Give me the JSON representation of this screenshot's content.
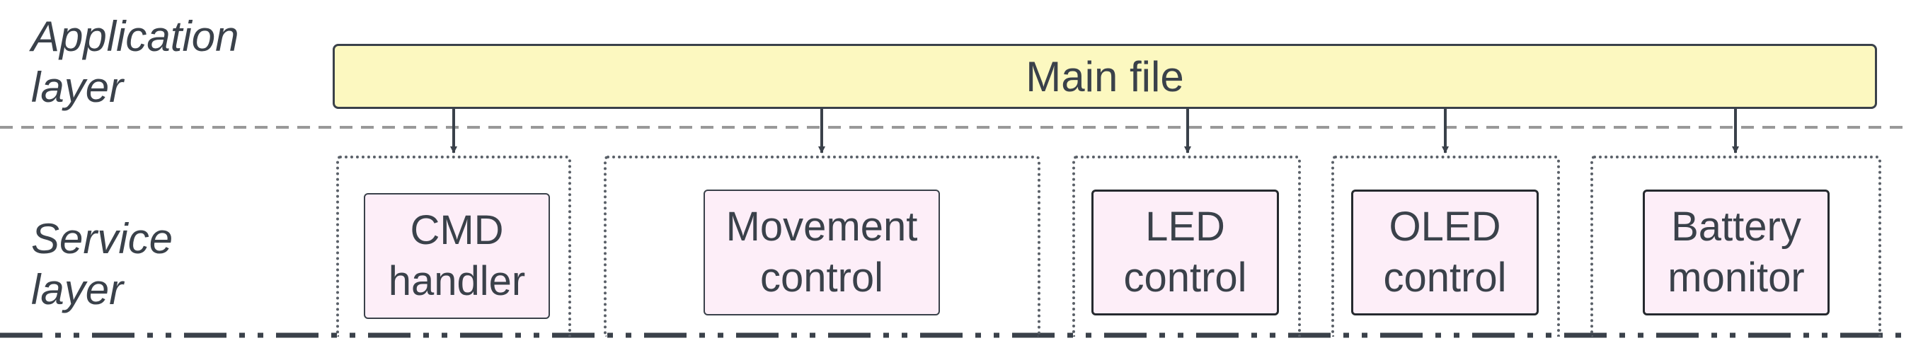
{
  "layers": {
    "application": {
      "label": "Application\nlayer"
    },
    "service": {
      "label": "Service\nlayer"
    }
  },
  "main_file": {
    "label": "Main file"
  },
  "services": [
    {
      "id": "cmd-handler",
      "label": "CMD\nhandler"
    },
    {
      "id": "movement-control",
      "label": "Movement\ncontrol"
    },
    {
      "id": "led-control",
      "label": "LED\ncontrol"
    },
    {
      "id": "oled-control",
      "label": "OLED\ncontrol"
    },
    {
      "id": "battery-monitor",
      "label": "Battery\nmonitor"
    }
  ],
  "colors": {
    "main_fill": "#fcf8c0",
    "service_fill": "#fdeef8",
    "stroke": "#3a414a",
    "separator": "#999999",
    "bottom_line": "#3a414a"
  }
}
